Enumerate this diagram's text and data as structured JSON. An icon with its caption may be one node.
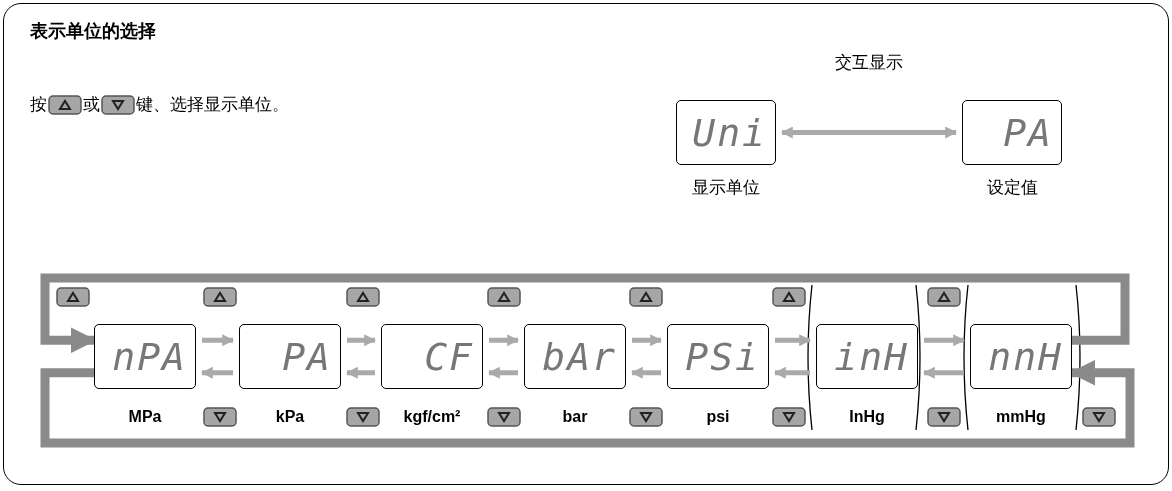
{
  "diagram": {
    "title": "表示单位的选择",
    "nodes": [
      {
        "text": [
          "Uni"
        ],
        "beside": [
          "显示单位"
        ]
      },
      {
        "text": [
          "PA"
        ],
        "beside": [
          "设定值"
        ]
      },
      {
        "text": [
          "nPA"
        ],
        "beside": [
          "MPa"
        ]
      },
      {
        "text": [
          "PA"
        ],
        "beside": [
          "kPa"
        ]
      },
      {
        "text": [
          "CF"
        ],
        "beside": [
          "kgf/cm²"
        ]
      },
      {
        "text": [
          "bAr"
        ],
        "beside": [
          "bar"
        ]
      },
      {
        "text": [
          "PSi"
        ],
        "beside": [
          "psi"
        ]
      },
      {
        "text": [
          "inH"
        ],
        "beside": [
          "InHg"
        ]
      },
      {
        "text": [
          "nnH"
        ],
        "beside": [
          "mmHg"
        ]
      }
    ],
    "edges": [
      {
        "from": 0,
        "to": 1,
        "arrow": "both",
        "label": "交互显示"
      },
      {
        "from": 2,
        "to": 3,
        "arrow": "to"
      },
      {
        "from": 3,
        "to": 2,
        "arrow": "to"
      },
      {
        "from": 3,
        "to": 4,
        "arrow": "to"
      },
      {
        "from": 4,
        "to": 3,
        "arrow": "to"
      },
      {
        "from": 4,
        "to": 5,
        "arrow": "to"
      },
      {
        "from": 5,
        "to": 4,
        "arrow": "to"
      },
      {
        "from": 5,
        "to": 6,
        "arrow": "to"
      },
      {
        "from": 6,
        "to": 5,
        "arrow": "to"
      },
      {
        "from": 6,
        "to": 7,
        "arrow": "to"
      },
      {
        "from": 7,
        "to": 6,
        "arrow": "to"
      },
      {
        "from": 7,
        "to": 8,
        "arrow": "to"
      },
      {
        "from": 8,
        "to": 7,
        "arrow": "to"
      },
      {
        "from": 8,
        "to": 2,
        "arrow": "to",
        "style": "thick"
      },
      {
        "from": 2,
        "to": 8,
        "arrow": "to",
        "style": "thick"
      }
    ],
    "labels": [
      "按",
      "或",
      "键、选择显示单位。"
    ]
  }
}
